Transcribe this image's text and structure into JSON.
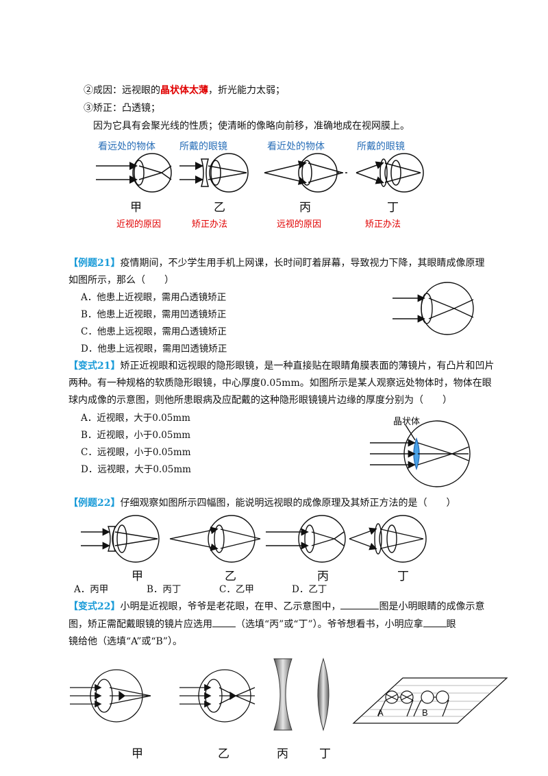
{
  "section_top": {
    "cause_prefix": "②成因：远视眼的",
    "cause_highlight": "晶状体太薄",
    "cause_suffix": "，折光能力太弱；",
    "correction": "③矫正：凸透镜；",
    "reason": "因为它具有会聚光线的性质；使清晰的像略向前移，准确地成在视网膜上。",
    "figure": {
      "top_labels": [
        "看远处的物体",
        "所戴的眼镜",
        "看近处的物体",
        "所戴的眼镜"
      ],
      "letters": [
        "甲",
        "乙",
        "丙",
        "丁"
      ],
      "bottom_labels": [
        "近视的原因",
        "矫正办法",
        "远视的原因",
        "矫正办法"
      ]
    }
  },
  "ex21": {
    "tag": "【例题21】",
    "text_line1": "疫情期间，不少学生用手机上网课，长时间盯着屏幕，导致视力下降，其眼睛成像原理",
    "text_line2": "如图所示，那么（　　）",
    "options": [
      "A．他患上近视眼，需用凸透镜矫正",
      "B．他患上近视眼，需用凹透镜矫正",
      "C．他患上远视眼，需用凸透镜矫正",
      "D．他患上远视眼，需用凹透镜矫正"
    ]
  },
  "var21": {
    "tag": "【变式21】",
    "text_line1": "矫正近视眼和远视眼的隐形眼镜，是一种直接贴在眼睛角膜表面的薄镜片，有凸片和凹片",
    "text_line2": "两种。有一种规格的软质隐形眼镜，中心厚度0.05mm。如图所示是某人观察远处物体时，物体在眼",
    "text_line3": "球内成像的示意图，则他所患眼病及应配戴的这种隐形眼镜镜片边缘的厚度分别为（　　）",
    "options": [
      "A．近视眼，大于0.05mm",
      "B．近视眼，小于0.05mm",
      "C．远视眼，小于0.05mm",
      "D．远视眼，大于0.05mm"
    ],
    "figure_label": "晶状体"
  },
  "ex22": {
    "tag": "【例题22】",
    "text": "仔细观察如图所示四幅图，能说明远视眼的成像原理及其矫正方法的是（　　）",
    "letters": [
      "甲",
      "乙",
      "丙",
      "丁"
    ],
    "options": [
      "A．丙甲",
      "B．丙丁",
      "C．乙甲",
      "D．乙丁"
    ]
  },
  "var22": {
    "tag": "【变式22】",
    "line1_a": "小明是近视眼，爷爷是老花眼，在甲、乙示意图中，",
    "line1_b": "图是小明眼睛的成像示意",
    "line2_a": "图，矫正需配戴眼镜的镜片应选用",
    "line2_b": "（选填“丙”或“丁”）。爷爷想看书，小明应拿",
    "line2_c": "眼",
    "line3": "镜给他（选填“A”或“B”）。",
    "letters": [
      "甲",
      "乙",
      "丙",
      "丁"
    ],
    "glasses_labels": [
      "A",
      "B"
    ]
  }
}
